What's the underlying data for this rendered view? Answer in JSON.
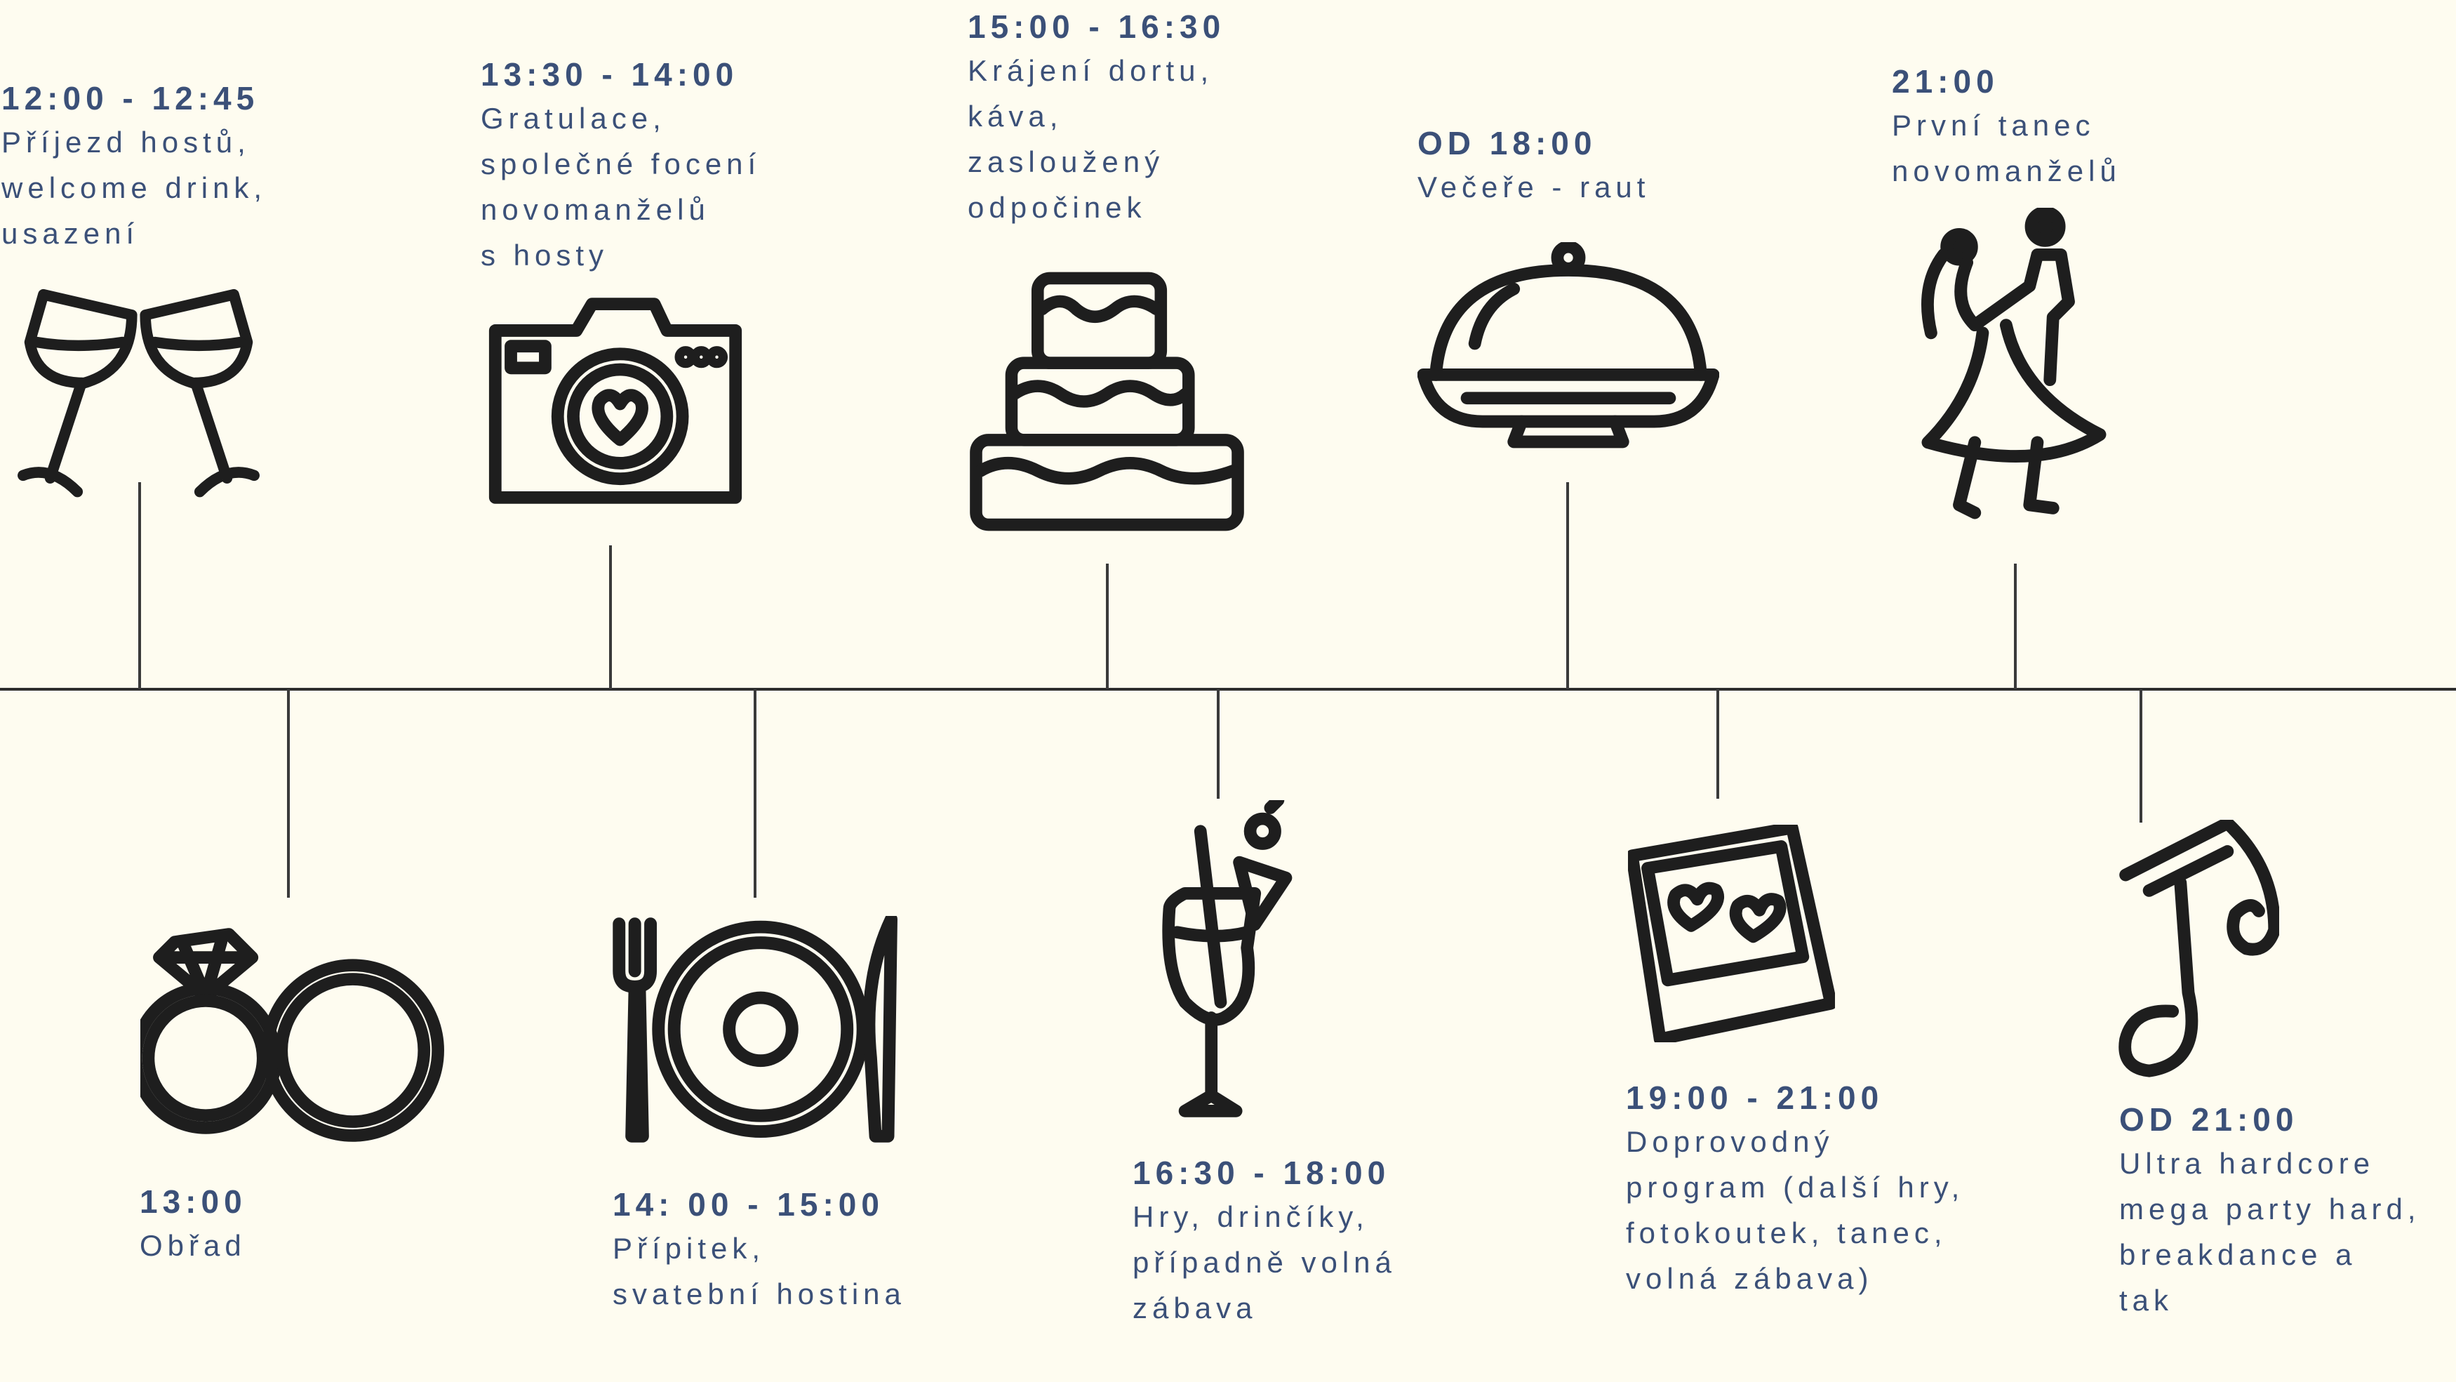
{
  "colors": {
    "background": "#fefcf0",
    "text": "#3b5078",
    "line": "#2e2e2e"
  },
  "events": [
    {
      "time": "12:00 - 12:45",
      "desc": "Příjezd hostů,\nwelcome drink,\nusazení",
      "icon": "champagne-glasses-icon"
    },
    {
      "time": "13:30 - 14:00",
      "desc": "Gratulace,\nspolečné focení\nnovomanželů\ns hosty",
      "icon": "camera-heart-icon"
    },
    {
      "time": "15:00 - 16:30",
      "desc": "Krájení dortu,\nkáva,\nzasloužený\nodpočinek",
      "icon": "wedding-cake-icon"
    },
    {
      "time": "OD 18:00",
      "desc": "Večeře - raut",
      "icon": "cloche-icon"
    },
    {
      "time": "21:00",
      "desc": "První tanec\nnovomanželů",
      "icon": "dancing-couple-icon"
    },
    {
      "time": "13:00",
      "desc": "Obřad",
      "icon": "wedding-rings-icon"
    },
    {
      "time": "14: 00 - 15:00",
      "desc": "Přípitek,\nsvatební hostina",
      "icon": "plate-cutlery-icon"
    },
    {
      "time": "16:30 - 18:00",
      "desc": "Hry, drinčíky,\npřípadně volná\nzábava",
      "icon": "cocktail-icon"
    },
    {
      "time": "19:00 - 21:00",
      "desc": "Doprovodný\nprogram (další hry,\nfotokoutek, tanec,\nvolná zábava)",
      "icon": "polaroid-hearts-icon"
    },
    {
      "time": "OD 21:00",
      "desc": "Ultra hardcore\nmega party hard,\nbreakdance a\ntak",
      "icon": "music-note-icon"
    }
  ]
}
